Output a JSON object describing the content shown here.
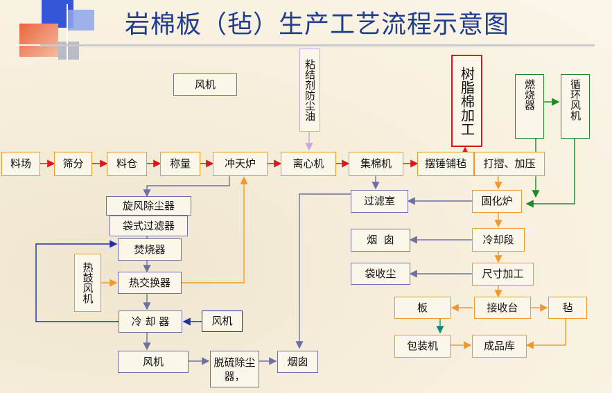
{
  "title": "岩棉板（毡）生产工艺流程示意图",
  "colors": {
    "title": "#1f3d8a",
    "red": "#e0151b",
    "orange": "#f0992a",
    "purple": "#6f6fa3",
    "blue": "#1e2fa8",
    "green": "#1d8a23",
    "lilac": "#c8a6e0"
  },
  "nodes": {
    "fan_top": "风机",
    "binder_oil": "粘结剂防尘油",
    "resin_wool": "树脂棉加工",
    "burner": "燃烧器",
    "circ_fan": "循环风机",
    "yard": "料场",
    "screen": "筛分",
    "silo": "料仓",
    "weigh": "称量",
    "cupola": "冲天炉",
    "centrifuge": "离心机",
    "collector": "集棉机",
    "pendulum": "摆锤铺毡",
    "fold_press": "打摺、加压",
    "cyclone": "旋风除尘器",
    "filter_room": "过滤室",
    "curing": "固化炉",
    "bag_filter": "袋式过滤器",
    "chimney_right": "烟  囱",
    "cooling_sec": "冷却段",
    "hot_air_fan": "热鼓风机",
    "incinerator": "焚烧器",
    "bag_dust": "袋收尘",
    "cutting": "尺寸加工",
    "heat_exch": "热交换器",
    "board": "板",
    "receive": "接收台",
    "felt": "毡",
    "cooler": "冷 却 器",
    "fan_side": "风机",
    "fan_bottom": "风机",
    "desulf": "脱硫除尘器，",
    "chimney_bottom": "烟囱",
    "packer": "包装机",
    "warehouse": "成品库"
  }
}
